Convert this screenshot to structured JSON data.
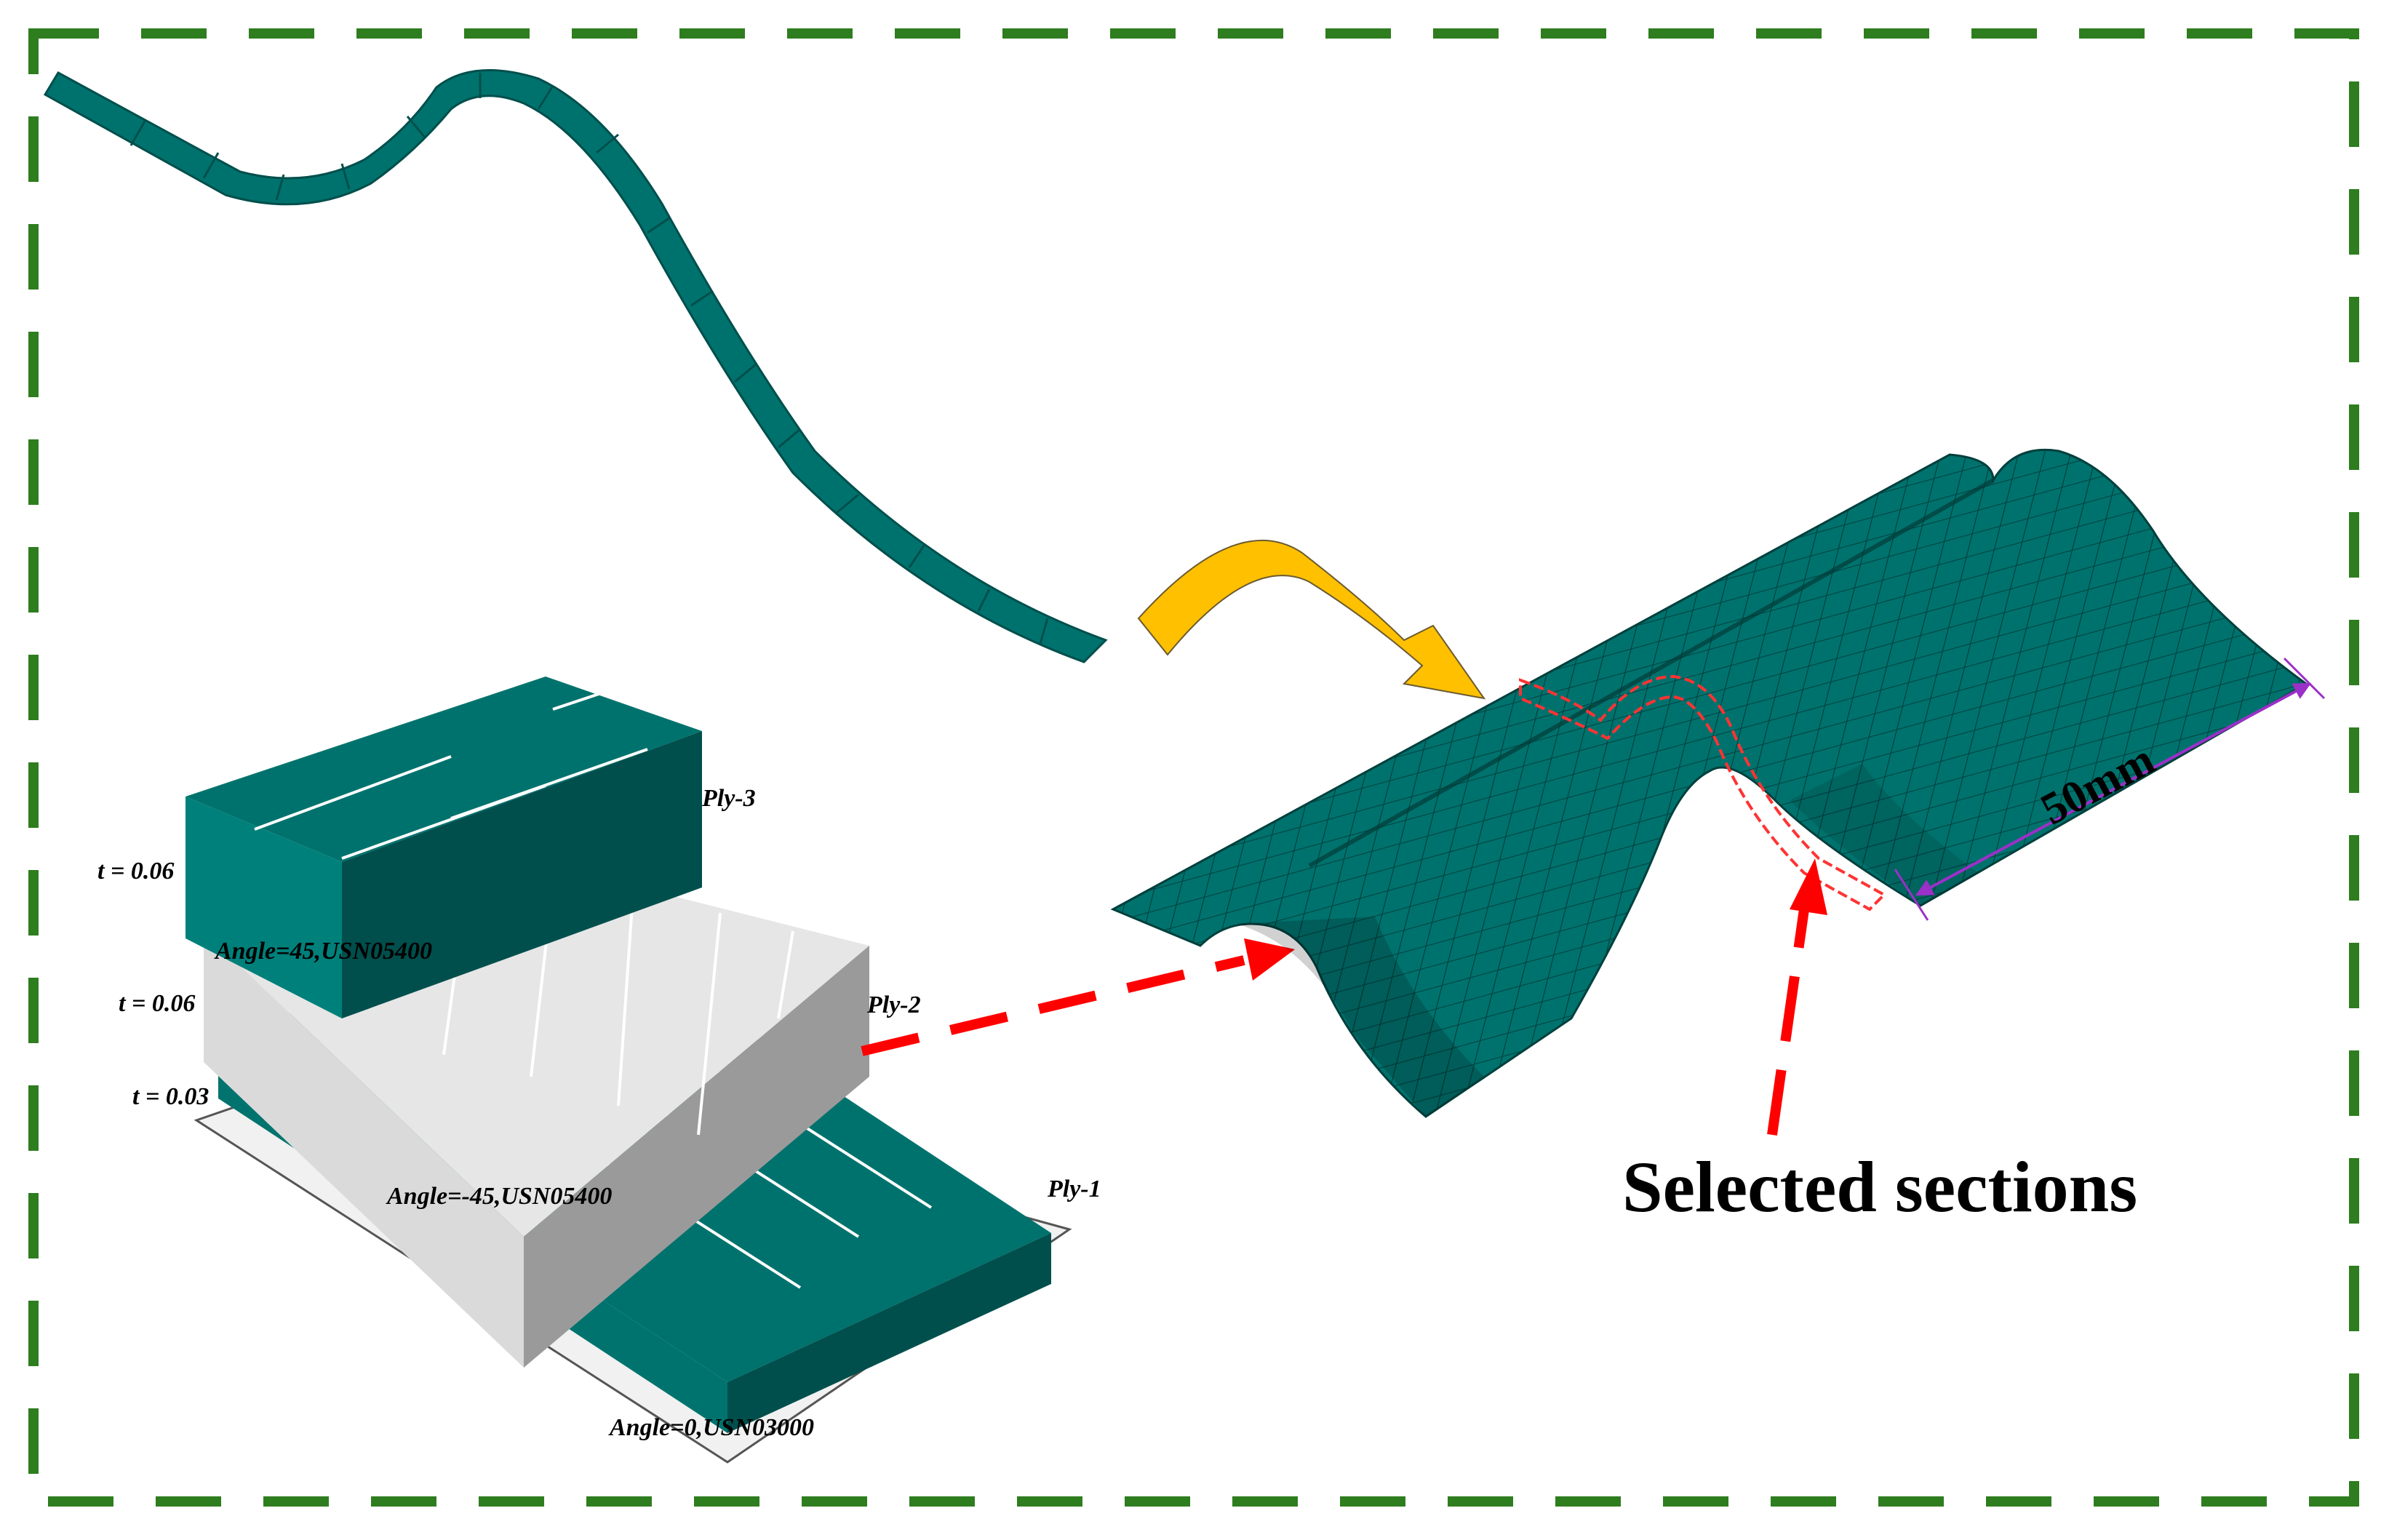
{
  "colors": {
    "frame": "#2e7d1f",
    "teal": "#00726d",
    "teal_dark": "#004f4c",
    "teal_mid": "#005f5b",
    "ply_white": "#e6e6e6",
    "ply_grey": "#9a9a9a",
    "arrow_yellow": "#ffc000",
    "arrow_red": "#ff0000",
    "dimension": "#9b30c8",
    "section_outline": "#ff3333"
  },
  "plies": [
    {
      "name": "Ply-3",
      "thickness": "t = 0.06",
      "material": "Angle=45,USN05400"
    },
    {
      "name": "Ply-2",
      "thickness": "t = 0.06",
      "material": "Angle=-45,USN05400"
    },
    {
      "name": "Ply-1",
      "thickness": "t = 0.03",
      "material": "Angle=0,USN03000"
    }
  ],
  "labels": {
    "selected_sections": "Selected sections",
    "dimension": "50mm"
  },
  "icons": {
    "curved_arrow": "curved-arrow-icon",
    "dashed_arrow": "dashed-arrow-icon"
  }
}
